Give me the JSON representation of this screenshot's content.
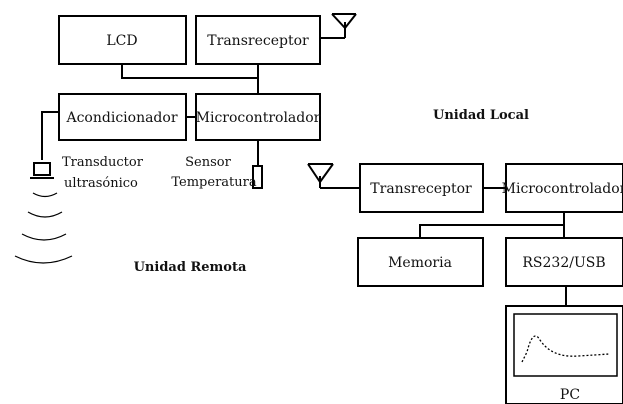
{
  "remote": {
    "lcd": "LCD",
    "transceptor": "Transreceptor",
    "acondicionador": "Acondicionador",
    "microcontrolador": "Microcontrolador",
    "transductor_line1": "Transductor",
    "transductor_line2": "ultrasónico",
    "sensor_line1": "Sensor",
    "sensor_line2": "Temperatura",
    "title": "Unidad Remota"
  },
  "local": {
    "title": "Unidad Local",
    "transceptor": "Transreceptor",
    "microcontrolador": "Microcontrolador",
    "memoria": "Memoria",
    "rs232": "RS232/USB",
    "pc": "PC"
  },
  "colors": {
    "ink": "#000000",
    "background": "#ffffff"
  }
}
